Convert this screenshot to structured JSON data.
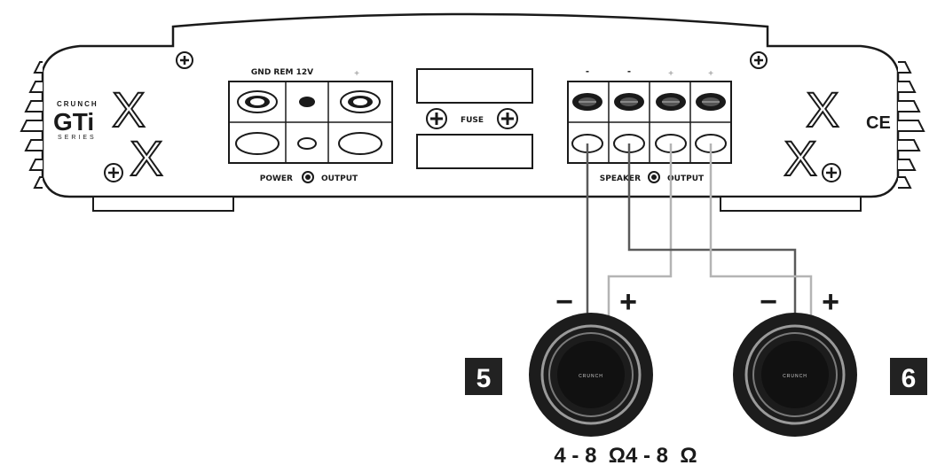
{
  "brand": {
    "top": "CRUNCH",
    "main": "GTi",
    "bottom": "SERIES",
    "mark": "X"
  },
  "power_block": {
    "header_label": "GND REM 12V",
    "plus_sign": "+",
    "footer_label_left": "POWER",
    "footer_label_right": "OUTPUT"
  },
  "fuse": {
    "label": "FUSE"
  },
  "speaker_block": {
    "polarity": [
      "-",
      "-",
      "+",
      "+"
    ],
    "footer_label_left": "SPEAKER",
    "footer_label_right": "OUTPUT"
  },
  "ce_mark": "CE",
  "speakers": [
    {
      "number": "5",
      "logo": "CRUNCH",
      "minus": "−",
      "plus": "+"
    },
    {
      "number": "6",
      "logo": "CRUNCH",
      "minus": "−",
      "plus": "+"
    }
  ],
  "impedance": "4 - 8  Ω4 - 8  Ω",
  "colors": {
    "line": "#1a1a1a",
    "wire_dark": "#5a5a5a",
    "wire_light": "#b4b4b4",
    "badge": "#222222",
    "badge_text": "#ffffff"
  }
}
